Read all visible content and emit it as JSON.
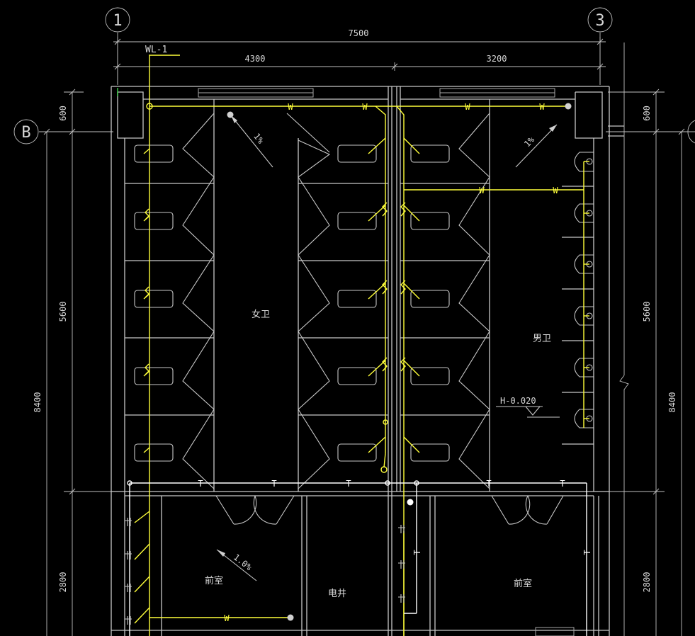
{
  "grid": {
    "axis_1": "1",
    "axis_3": "3",
    "axis_B": "B"
  },
  "pipe_tag": "WL-1",
  "dimensions": {
    "total_width": "7500",
    "left_width": "4300",
    "right_width": "3200",
    "left_top": "600",
    "left_mid": "5600",
    "left_total": "8400",
    "left_bottom": "2800",
    "right_top": "600",
    "right_mid": "5600",
    "right_total": "8400",
    "right_bottom": "2800"
  },
  "rooms": {
    "women": "女卫",
    "men": "男卫",
    "anteroom_left": "前室",
    "anteroom_right": "前室",
    "shaft": "电井"
  },
  "slopes": {
    "women": "1%",
    "men": "1%",
    "anteroom": "1.0%"
  },
  "elevation": "H-0.020",
  "pipe_symbols": {
    "waste": "W",
    "vent": "T"
  },
  "colors": {
    "background": "#000000",
    "walls": "#c8c8c8",
    "drain_pipe": "#ffff3a",
    "water_pipe": "#ffffff"
  }
}
